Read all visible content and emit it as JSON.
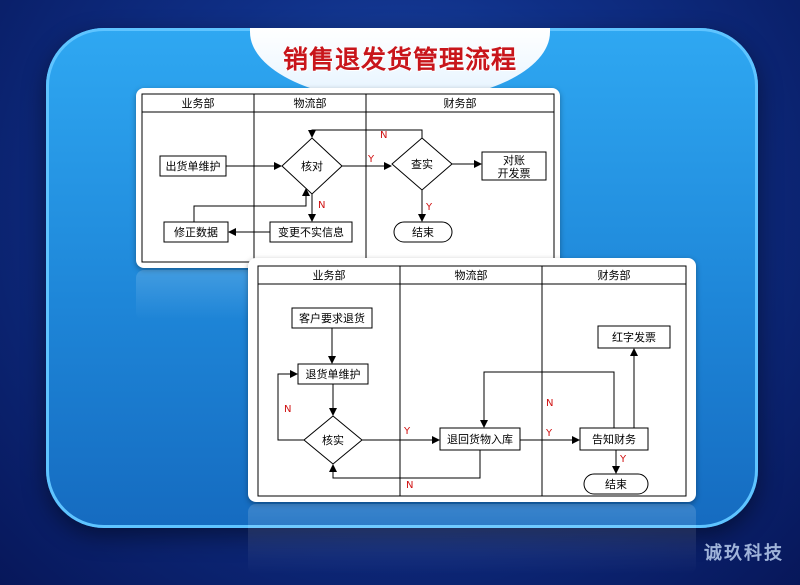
{
  "title": "销售退发货管理流程",
  "watermark": "诚玖科技",
  "diagram1": {
    "lanes": [
      "业务部",
      "物流部",
      "财务部"
    ],
    "nodes": {
      "ship_maintain": "出货单维护",
      "check": "核对",
      "audit": "查实",
      "reconcile_line1": "对账",
      "reconcile_line2": "开发票",
      "end": "结束",
      "fix_data": "修正数据",
      "change_info": "变更不实信息"
    },
    "edge_labels": {
      "n_top": "N",
      "y_check": "Y",
      "n_check": "N",
      "y_audit": "Y"
    }
  },
  "diagram2": {
    "lanes": [
      "业务部",
      "物流部",
      "财务部"
    ],
    "nodes": {
      "customer_request": "客户要求退货",
      "return_maintain": "退货单维护",
      "check": "核实",
      "return_stock": "退回货物入库",
      "notify_finance": "告知财务",
      "red_invoice": "红字发票",
      "end": "结束"
    },
    "edge_labels": {
      "n_left": "N",
      "y_check": "Y",
      "n_bottom": "N",
      "n_finance": "N",
      "y_stock": "Y",
      "y_notify": "Y"
    }
  },
  "colors": {
    "edge_label": "#d01010",
    "line": "#000000",
    "title": "#c8151b"
  }
}
